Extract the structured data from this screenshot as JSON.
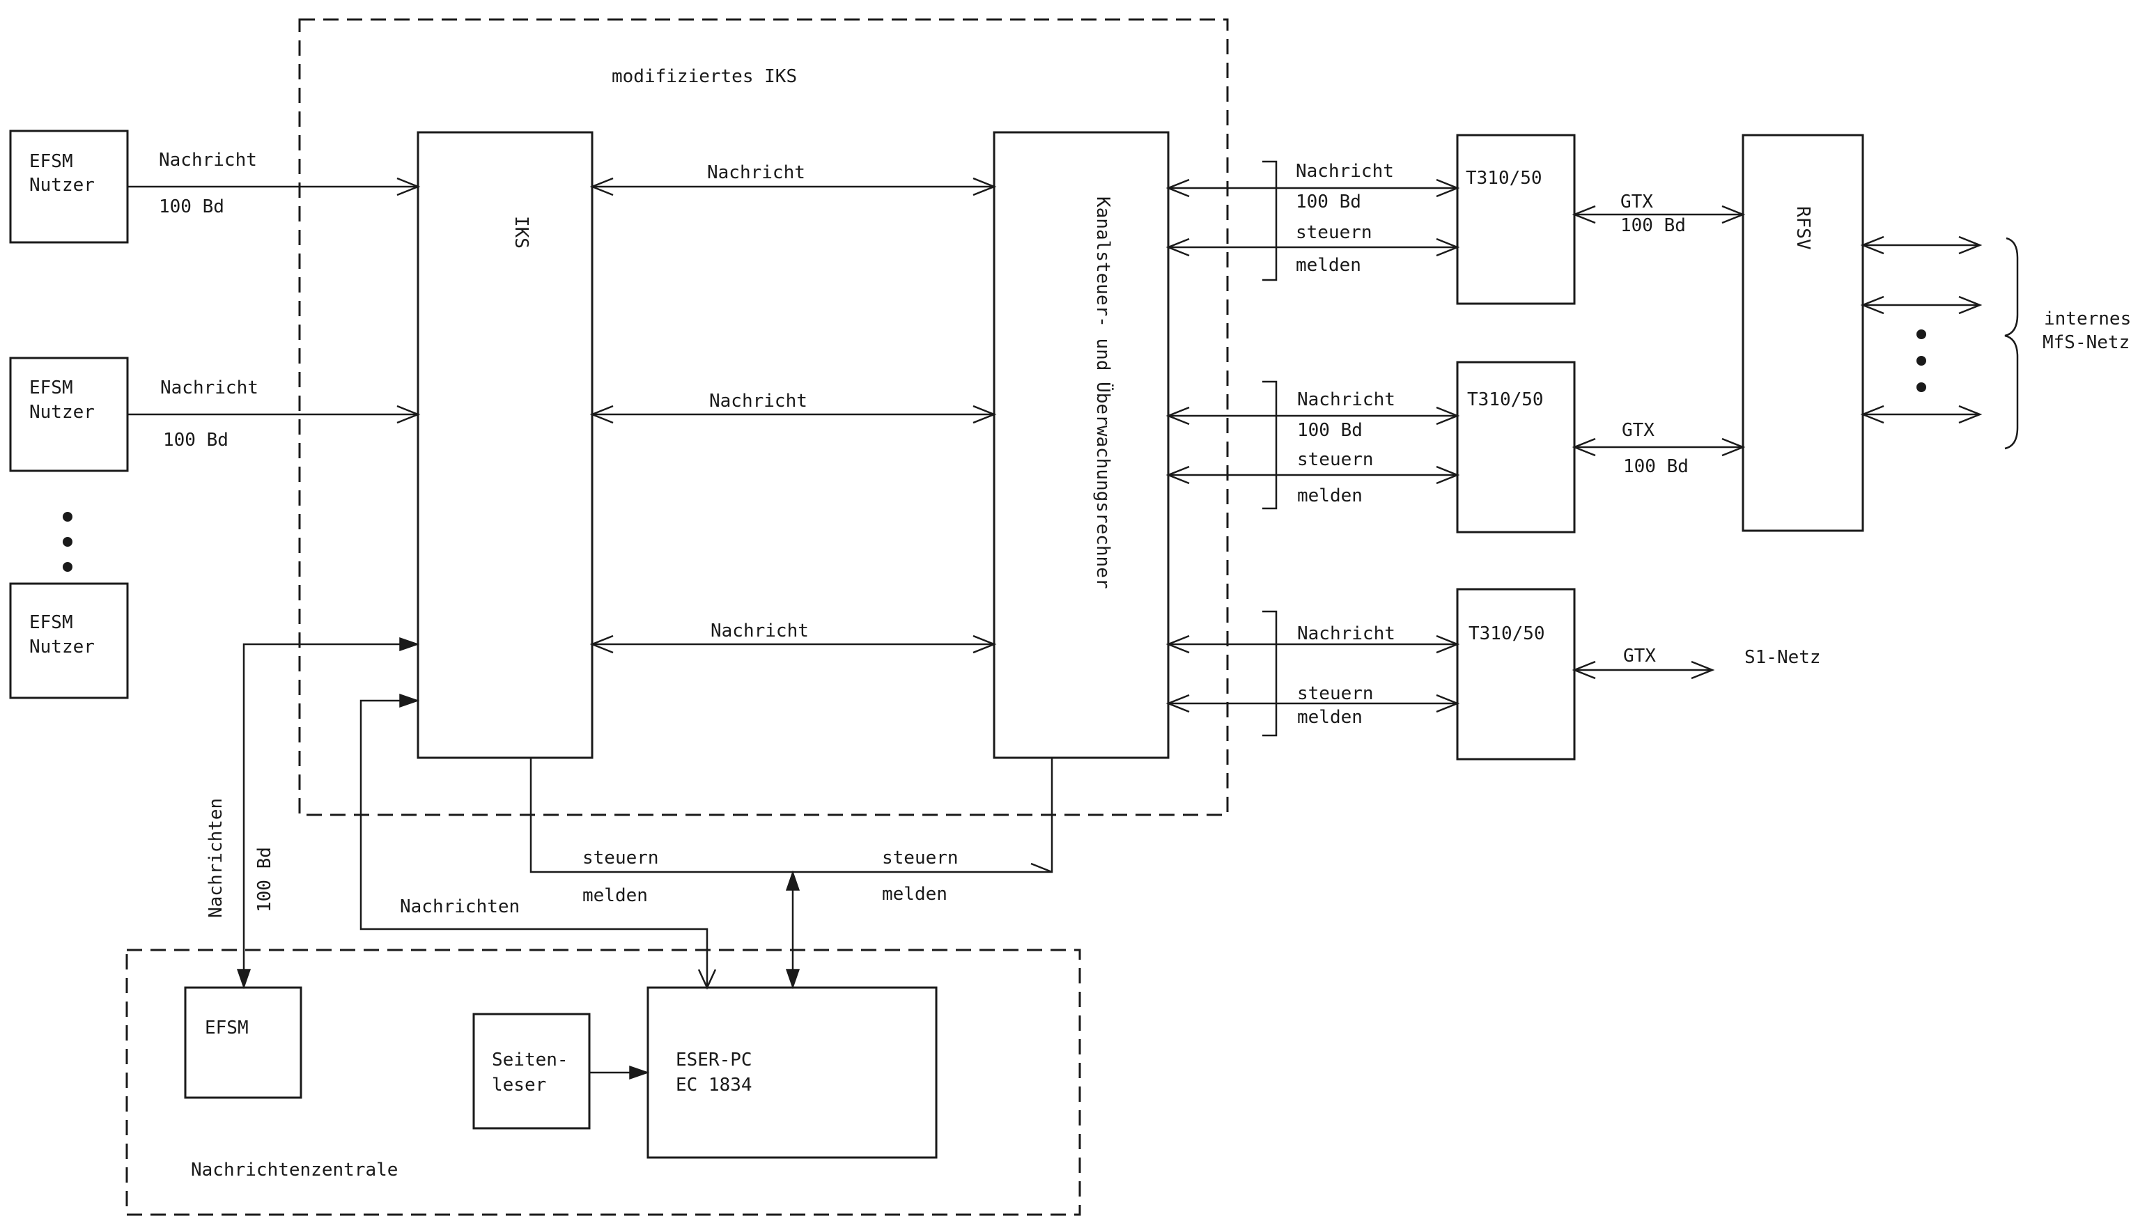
{
  "labels": {
    "iks_group": "modifiziertes IKS",
    "efsm": "EFSM",
    "nutzer": "Nutzer",
    "nachricht": "Nachricht",
    "nachrichten": "Nachrichten",
    "baud_100": "100 Bd",
    "iks": "IKS",
    "kanalrechner": "Kanalsteuer- und Überwachungsrechner",
    "steuern": "steuern",
    "melden": "melden",
    "t310": "T310/50",
    "gtx": "GTX",
    "rfsv": "RFSV",
    "internes": "internes",
    "mfs_netz": "MfS-Netz",
    "s1_netz": "S1-Netz",
    "seiten": "Seiten-",
    "leser": "leser",
    "eser_pc": "ESER-PC",
    "ec1834": "EC 1834",
    "nachrichtenzentrale": "Nachrichtenzentrale"
  }
}
